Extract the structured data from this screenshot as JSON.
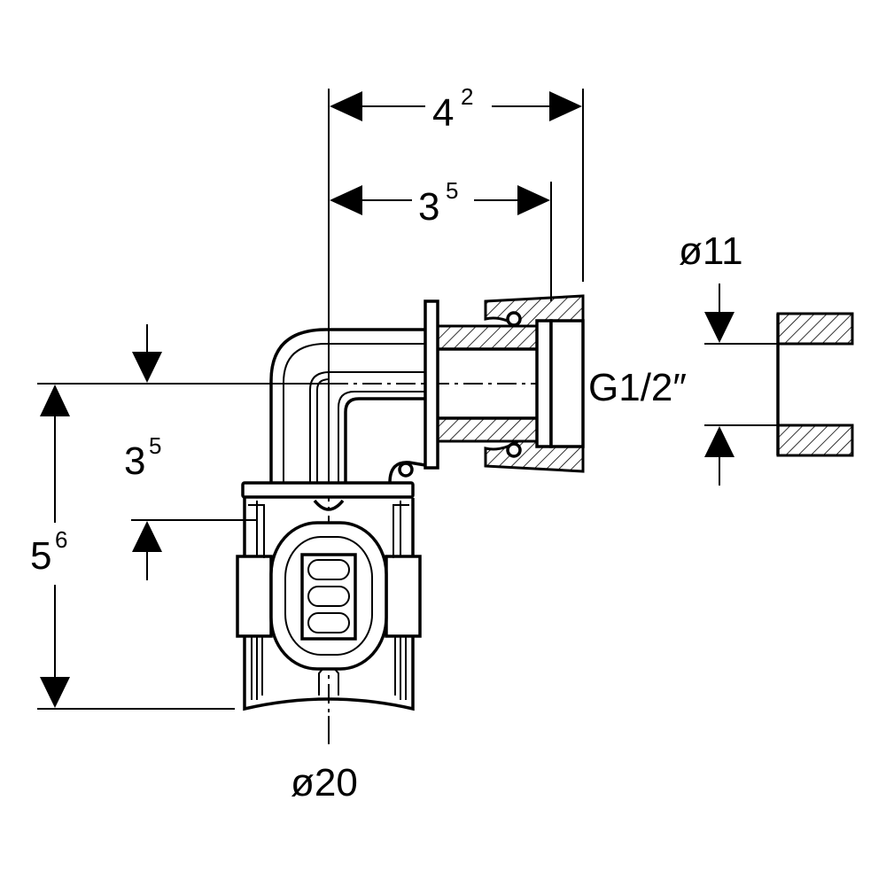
{
  "dimensions": {
    "top_overall": {
      "base": "4",
      "sup": "2"
    },
    "top_inner": {
      "base": "3",
      "sup": "5"
    },
    "left_offset": {
      "base": "3",
      "sup": "5"
    },
    "left_height": {
      "base": "5",
      "sup": "6"
    },
    "inner_diameter": "ø11",
    "thread": "G1/2″",
    "pipe_diameter": "ø20"
  }
}
